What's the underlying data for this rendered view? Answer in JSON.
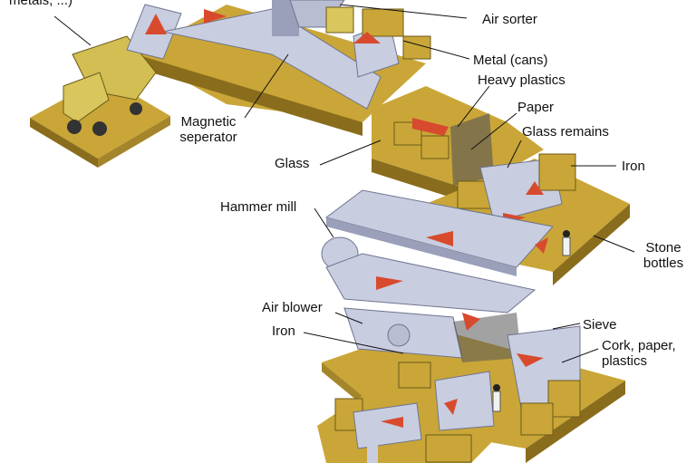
{
  "labels": {
    "metals_in": "metals, ...)",
    "air_sorter": "Air sorter",
    "metal_cans": "Metal (cans)",
    "heavy_plastics": "Heavy plastics",
    "magnetic_separator": "Magnetic seperator",
    "paper": "Paper",
    "glass_remains": "Glass remains",
    "glass": "Glass",
    "iron_top": "Iron",
    "hammer_mill": "Hammer mill",
    "stone_bottles": "Stone bottles",
    "air_blower": "Air blower",
    "iron_bottom": "Iron",
    "sieve": "Sieve",
    "cork_paper_plastics": "Cork, paper, plastics"
  },
  "colors": {
    "platform_top": "#c9a637",
    "platform_side": "#8a6d1c",
    "machine": "#c8cde0",
    "machine_shade": "#9aa0ba",
    "arrow": "#d84a2e",
    "truck": "#d2be52"
  }
}
